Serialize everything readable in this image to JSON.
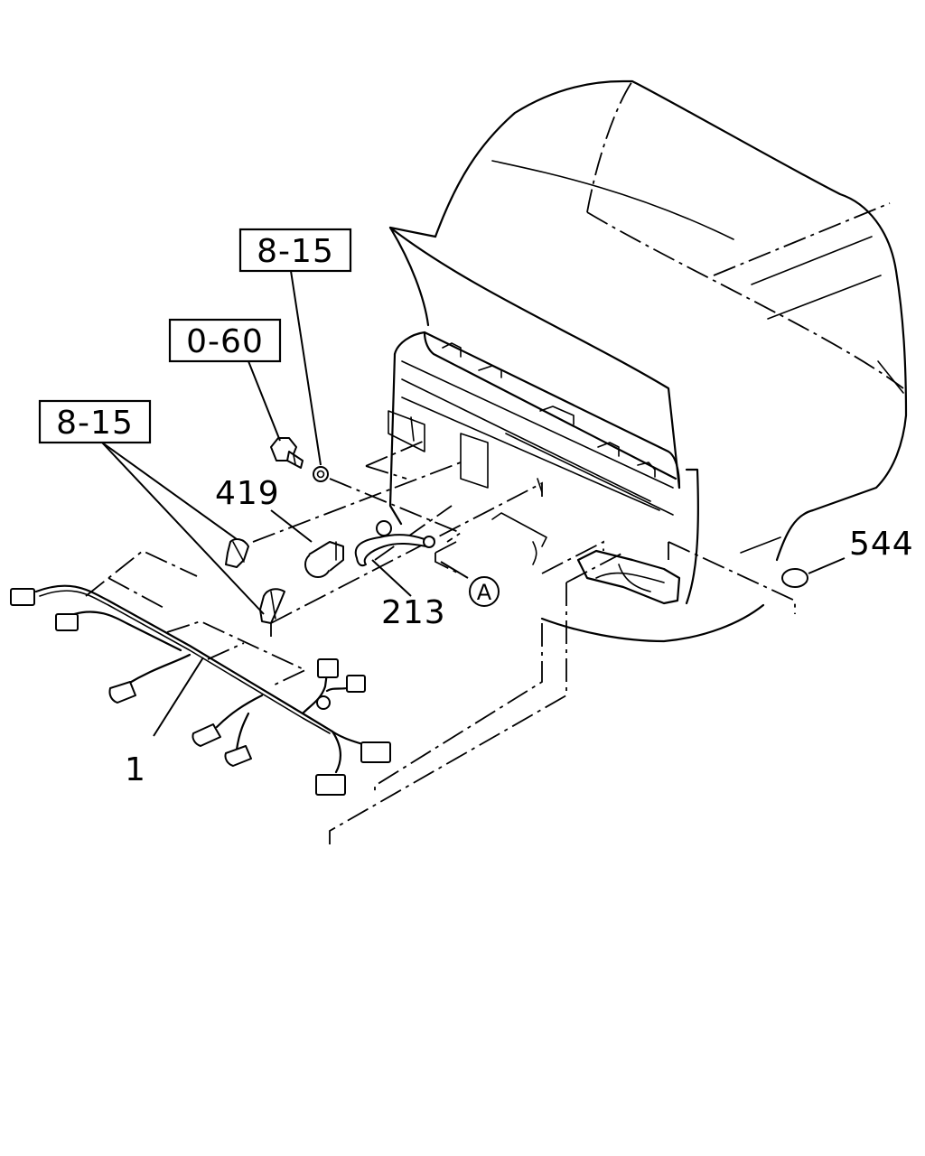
{
  "callouts": {
    "ref_8_15_top": "8-15",
    "ref_0_60": "0-60",
    "ref_8_15_left": "8-15",
    "part_419": "419",
    "part_213": "213",
    "part_544": "544",
    "part_1": "1",
    "view_a": "A"
  }
}
